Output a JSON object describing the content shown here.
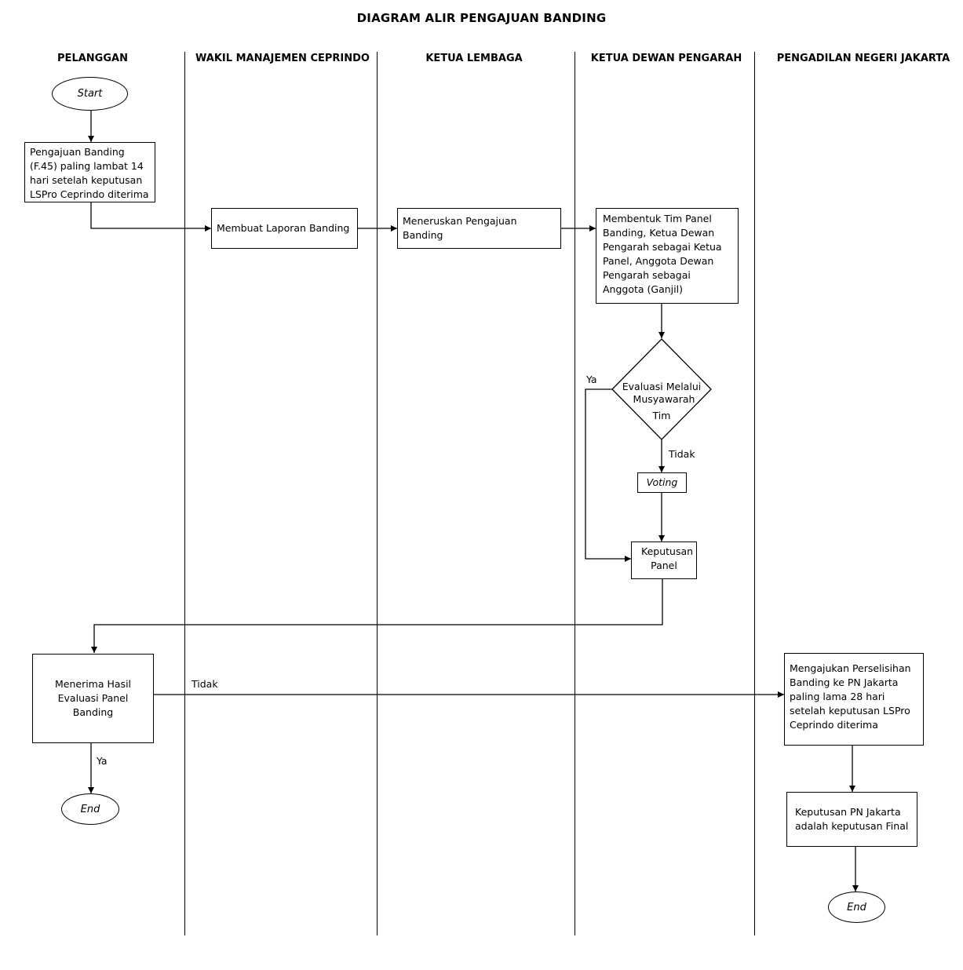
{
  "title": "DIAGRAM ALIR PENGAJUAN BANDING",
  "lanes": [
    "PELANGGAN",
    "WAKIL MANAJEMEN CEPRINDO",
    "KETUA LEMBAGA",
    "KETUA  DEWAN PENGARAH",
    "PENGADILAN NEGERI JAKARTA"
  ],
  "nodes": {
    "start": "Start",
    "pengajuan": "Pengajuan Banding (F.45) paling lambat 14 hari setelah  keputusan LSPro Ceprindo diterima",
    "laporan": "Membuat Laporan Banding",
    "meneruskan": "Meneruskan Pengajuan Banding",
    "tim_panel": "Membentuk Tim Panel Banding, Ketua Dewan Pengarah sebagai Ketua Panel, Anggota Dewan Pengarah sebagai Anggota (Ganjil)",
    "evaluasi_line1": "Evaluasi Melalui",
    "evaluasi_line2": "Musyawarah",
    "evaluasi_line3": "Tim",
    "voting": "Voting",
    "keputusan_panel": "Keputusan Panel",
    "menerima": "Menerima Hasil Evaluasi Panel Banding",
    "end1": "End",
    "pn_pengajuan": "Mengajukan Perselisihan Banding ke PN Jakarta paling lama 28 hari setelah keputusan LSPro Ceprindo  diterima",
    "pn_final": "Keputusan PN Jakarta adalah keputusan Final",
    "end2": "End"
  },
  "edge_labels": {
    "ya_eval": "Ya",
    "tidak_eval": "Tidak",
    "tidak_menerima": "Tidak",
    "ya_menerima": "Ya"
  }
}
